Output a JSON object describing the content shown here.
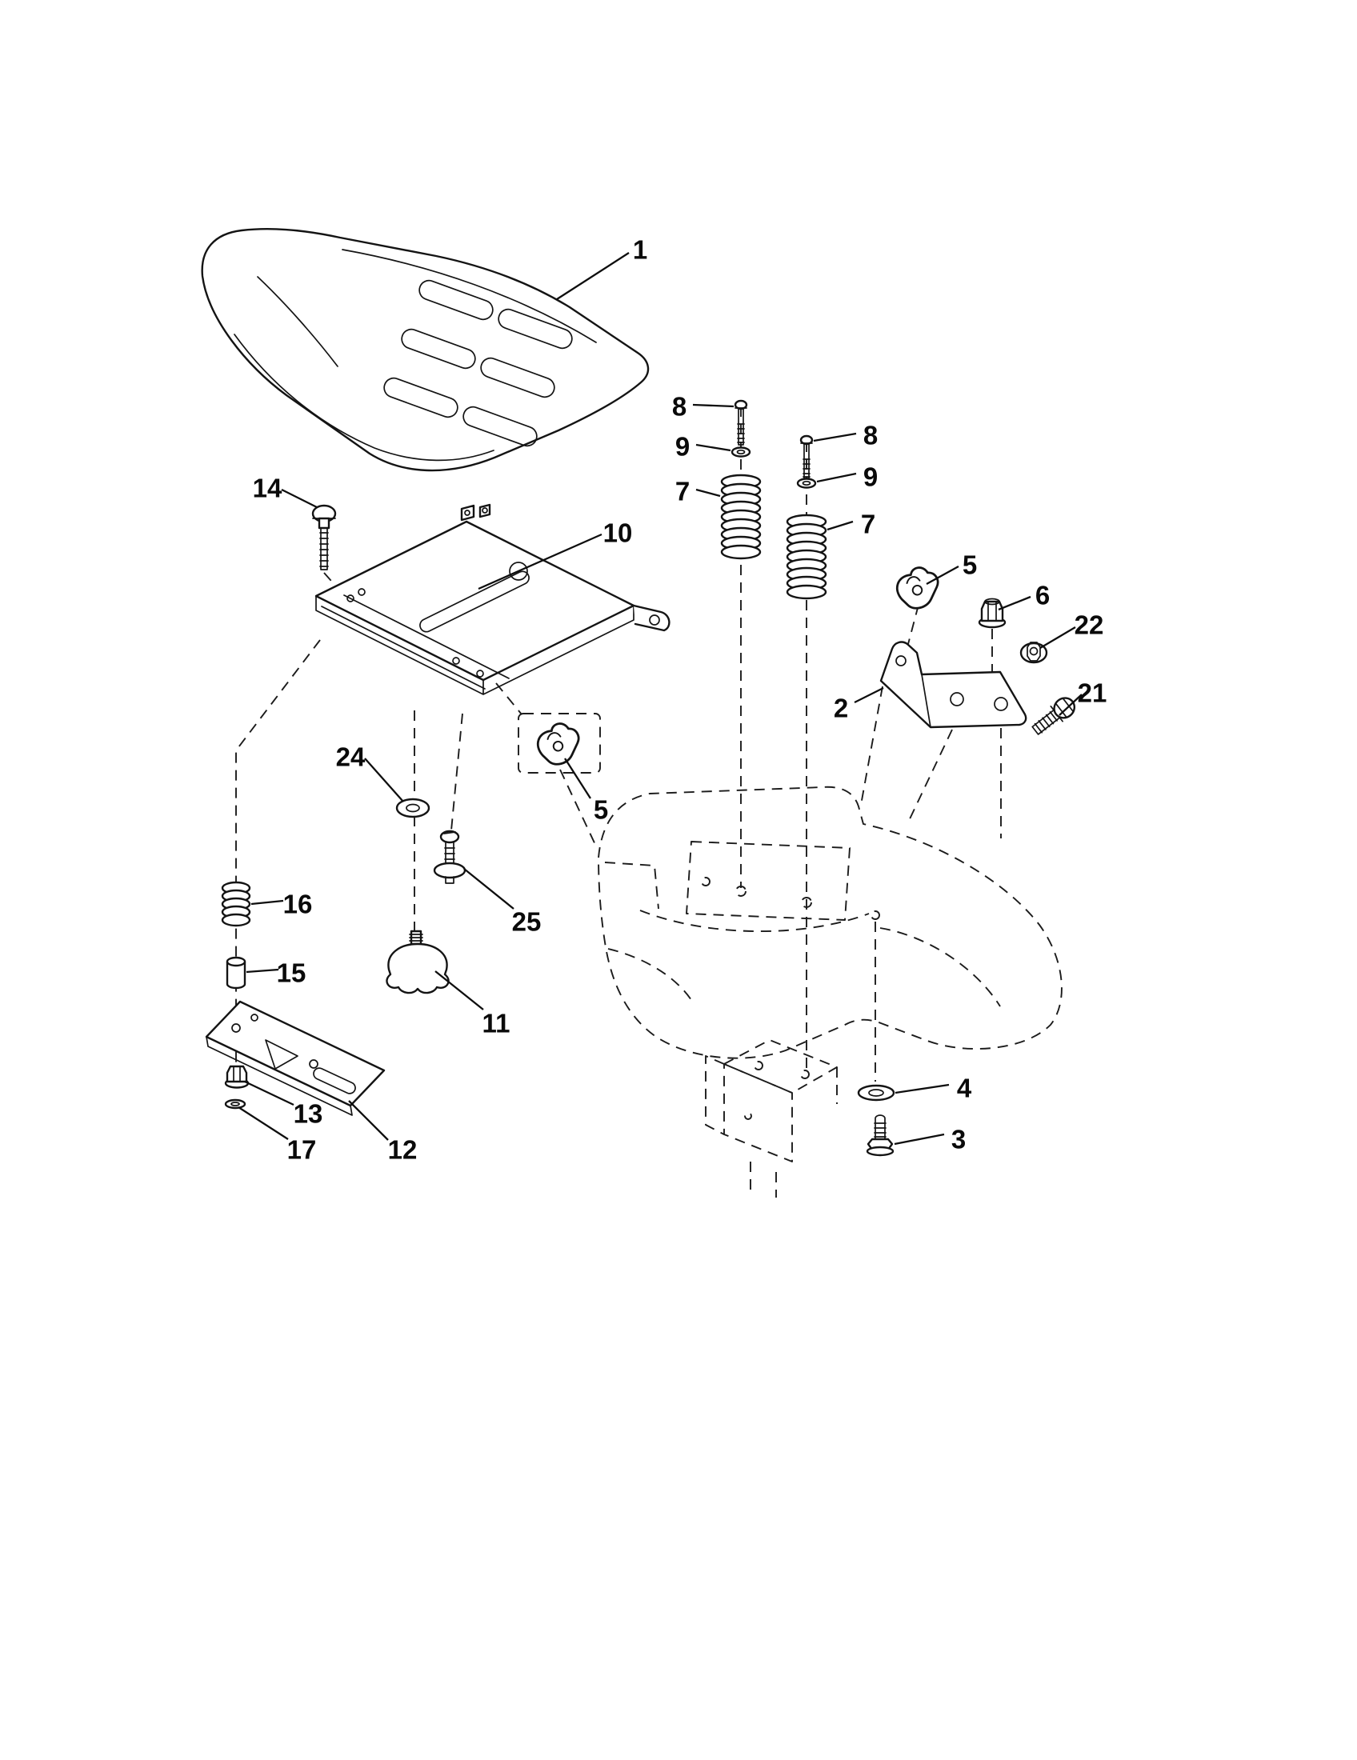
{
  "figure": {
    "type": "exploded-parts-diagram",
    "colors": {
      "ink": "#141414",
      "background": "#ffffff"
    }
  },
  "callouts": [
    {
      "id": "seat",
      "label": "1"
    },
    {
      "id": "bolt-14",
      "label": "14"
    },
    {
      "id": "seat-pan-10",
      "label": "10"
    },
    {
      "id": "bolt-8-left",
      "label": "8"
    },
    {
      "id": "washer-9-left",
      "label": "9"
    },
    {
      "id": "spring-7-left",
      "label": "7"
    },
    {
      "id": "bolt-8-right",
      "label": "8"
    },
    {
      "id": "washer-9-right",
      "label": "9"
    },
    {
      "id": "spring-7-right",
      "label": "7"
    },
    {
      "id": "clip-5-right",
      "label": "5"
    },
    {
      "id": "nut-6",
      "label": "6"
    },
    {
      "id": "nut-22",
      "label": "22"
    },
    {
      "id": "bolt-21",
      "label": "21"
    },
    {
      "id": "bracket-2",
      "label": "2"
    },
    {
      "id": "clip-5-left",
      "label": "5"
    },
    {
      "id": "washer-24",
      "label": "24"
    },
    {
      "id": "screw-25",
      "label": "25"
    },
    {
      "id": "spring-16",
      "label": "16"
    },
    {
      "id": "spacer-15",
      "label": "15"
    },
    {
      "id": "knob-11",
      "label": "11"
    },
    {
      "id": "nut-13",
      "label": "13"
    },
    {
      "id": "plate-12",
      "label": "12"
    },
    {
      "id": "washer-17",
      "label": "17"
    },
    {
      "id": "washer-4",
      "label": "4"
    },
    {
      "id": "bolt-3",
      "label": "3"
    }
  ]
}
